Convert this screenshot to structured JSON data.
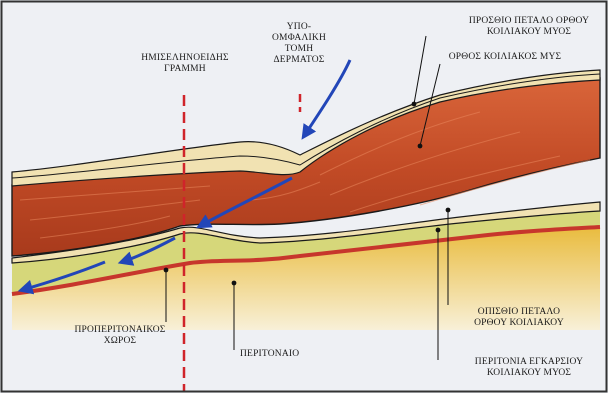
{
  "labels": {
    "hypo_omphalic": "ΥΠΟ-\nΟΜΦΑΛΙΚΗ\nΤΟΜΗ\nΔΕΡΜΑΤΟΣ",
    "semilunar_line": "ΗΜΙΣΕΛΗΝΟΕΙΔΗΣ\nΓΡΑΜΜΗ",
    "anterior_sheath": "ΠΡΟΣΘΙΟ ΠΕΤΑΛΟ ΟΡΘΟΥ\nΚΟΙΛΙΑΚΟΥ ΜΥΟΣ",
    "rectus_muscle": "ΟΡΘΟΣ ΚΟΙΛΙΑΚΟΣ ΜΥΣ",
    "posterior_sheath": "ΟΠΙΣΘΙΟ ΠΕΤΑΛΟ\nΟΡΘΟΥ ΚΟΙΛΙΑΚΟΥ",
    "transversalis_fascia": "ΠΕΡΙΤΟΝΙΑ ΕΓΚΑΡΣΙΟΥ\nΚΟΙΛΙΑΚΟΥ ΜΥΟΣ",
    "preperitoneal_space": "ΠΡΟΠΕΡΙΤΟΝΑΙΚΟΣ\nΧΩΡΟΣ",
    "peritoneum": "ΠΕΡΙΤΟΝΑΙΟ"
  },
  "colors": {
    "background": "#eef0f4",
    "sheath_cream": "#f1e2b2",
    "muscle": "#c24b26",
    "preperitoneal_fat": "#d6d77a",
    "peritoneum_line": "#c7362c",
    "abdomen_top": "#e9bb3c",
    "abdomen_bottom": "#f8f0d8",
    "arrow_blue": "#2246b8",
    "dashed_red": "#d0242a",
    "leader_black": "#111111"
  }
}
